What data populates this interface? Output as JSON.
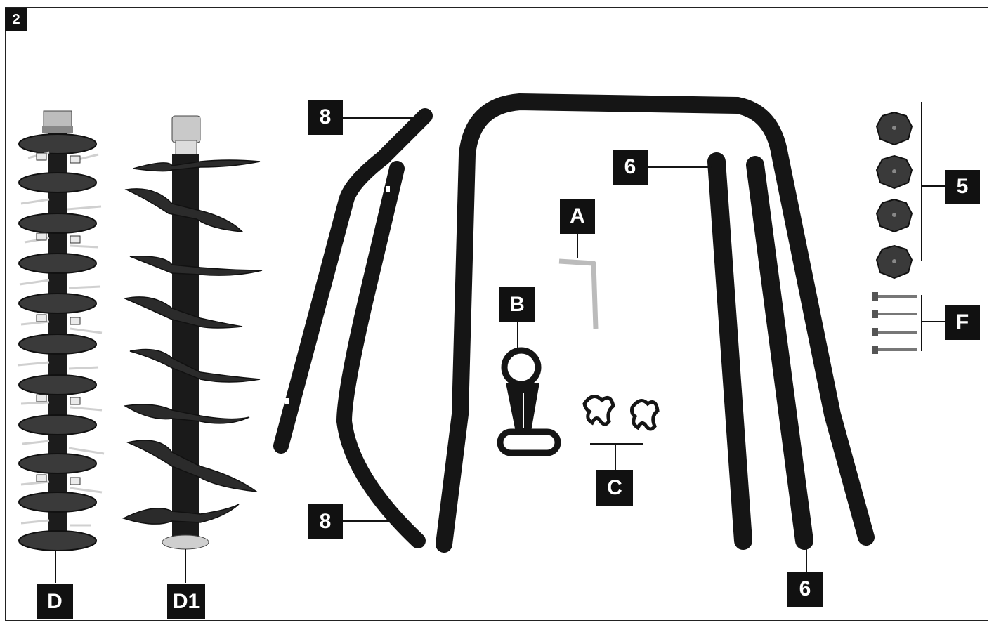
{
  "figure": {
    "number": "2"
  },
  "labels": {
    "D": "D",
    "D1": "D1",
    "8_top": "8",
    "8_bottom": "8",
    "A": "A",
    "B": "B",
    "C": "C",
    "6_top": "6",
    "6_bottom": "6",
    "5": "5",
    "F": "F"
  },
  "colors": {
    "tube": "#151515",
    "label_bg": "#111111",
    "label_text": "#ffffff",
    "metal": "#b8b8b8",
    "knob": "#3a3a3a"
  }
}
